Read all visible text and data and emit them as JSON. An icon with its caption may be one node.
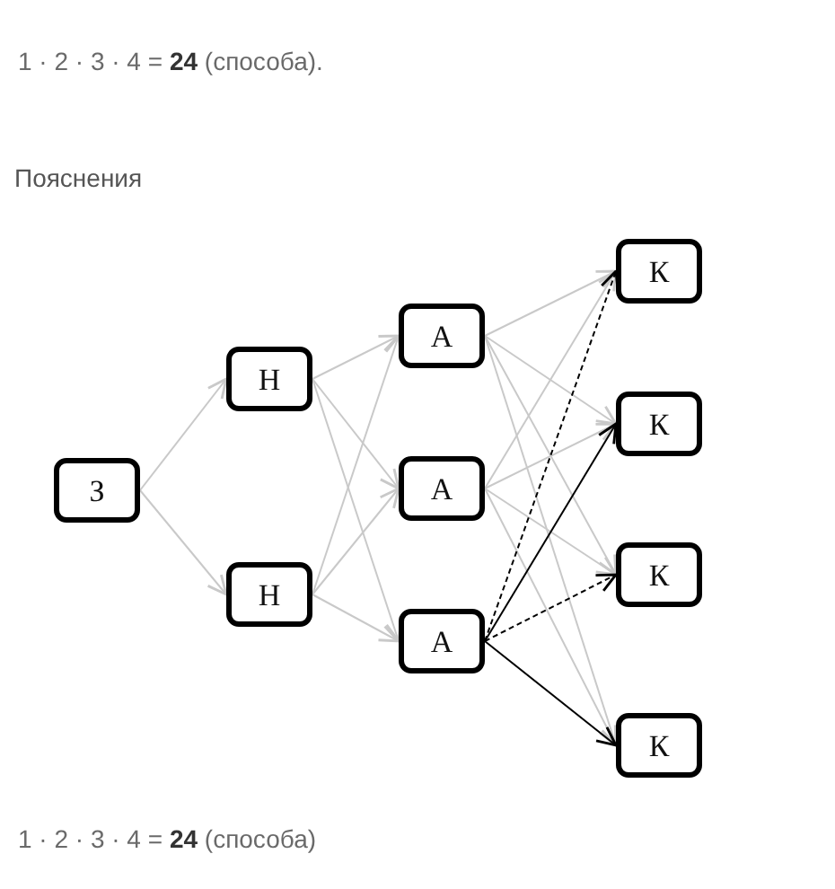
{
  "diagram": {
    "nodes": [
      {
        "text": [
          "З"
        ]
      },
      {
        "text": [
          "Н"
        ]
      },
      {
        "text": [
          "Н"
        ]
      },
      {
        "text": [
          "А"
        ]
      },
      {
        "text": [
          "А"
        ]
      },
      {
        "text": [
          "А"
        ]
      },
      {
        "text": [
          "К"
        ]
      },
      {
        "text": [
          "К"
        ]
      },
      {
        "text": [
          "К"
        ]
      },
      {
        "text": [
          "К"
        ]
      }
    ],
    "edges": [
      {
        "from": 0,
        "to": 1,
        "arrow": "to"
      },
      {
        "from": 0,
        "to": 2,
        "arrow": "to"
      },
      {
        "from": 1,
        "to": 3,
        "arrow": "to"
      },
      {
        "from": 1,
        "to": 4,
        "arrow": "to"
      },
      {
        "from": 1,
        "to": 5,
        "arrow": "to"
      },
      {
        "from": 2,
        "to": 3,
        "arrow": "to"
      },
      {
        "from": 2,
        "to": 4,
        "arrow": "to"
      },
      {
        "from": 2,
        "to": 5,
        "arrow": "to"
      },
      {
        "from": 3,
        "to": 6,
        "arrow": "to"
      },
      {
        "from": 3,
        "to": 7,
        "arrow": "to"
      },
      {
        "from": 3,
        "to": 8,
        "arrow": "to"
      },
      {
        "from": 3,
        "to": 9,
        "arrow": "to"
      },
      {
        "from": 4,
        "to": 6,
        "arrow": "to"
      },
      {
        "from": 4,
        "to": 7,
        "arrow": "to"
      },
      {
        "from": 4,
        "to": 8,
        "arrow": "to"
      },
      {
        "from": 4,
        "to": 9,
        "arrow": "to"
      },
      {
        "from": 5,
        "to": 6,
        "arrow": "to",
        "style": "dashed",
        "color": "#000000"
      },
      {
        "from": 5,
        "to": 7,
        "arrow": "to",
        "color": "#000000"
      },
      {
        "from": 5,
        "to": 8,
        "arrow": "to",
        "style": "dashed",
        "color": "#000000"
      },
      {
        "from": 5,
        "to": 9,
        "arrow": "to",
        "color": "#000000"
      }
    ],
    "labels": [
      "1 · 2 · 3 · 4 = **24** (способа).",
      "Пояснения",
      "1 · 2 · 3 · 4 = **24** (способа)"
    ]
  }
}
